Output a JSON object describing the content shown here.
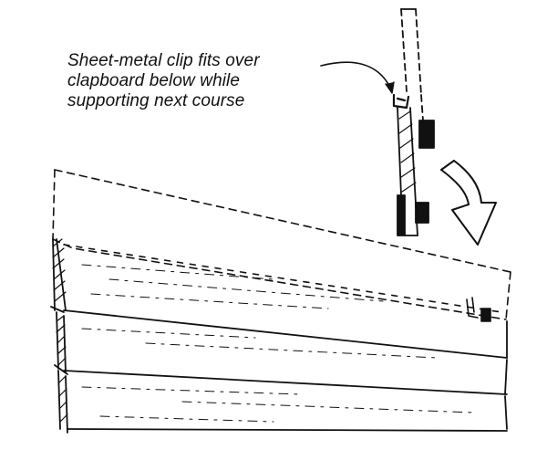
{
  "callout": {
    "lines": [
      "Sheet-metal clip fits over",
      "clapboard below while",
      "supporting next course"
    ]
  },
  "colors": {
    "ink": "#111111",
    "paper": "#ffffff"
  }
}
